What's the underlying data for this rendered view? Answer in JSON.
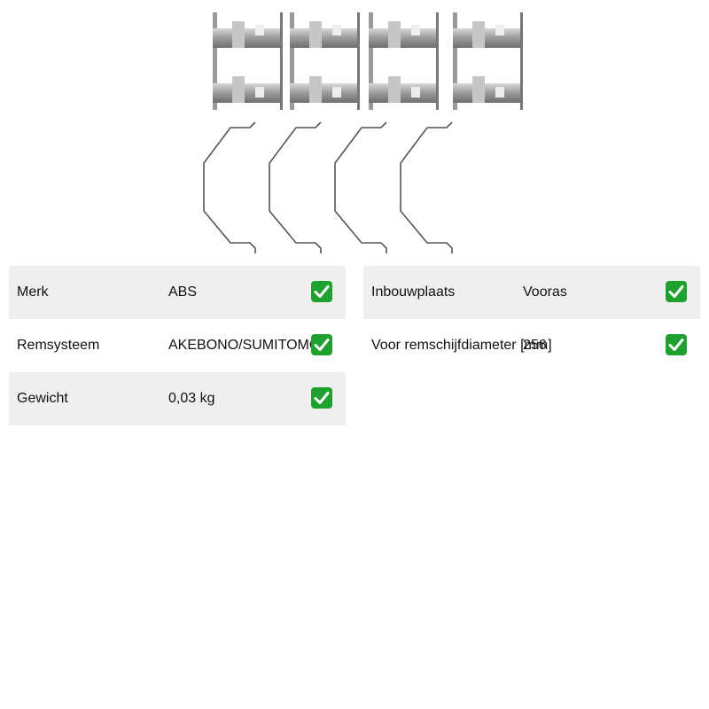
{
  "product": {
    "image_icon": "brake-pad-accessory-kit-icon"
  },
  "specs_left": [
    {
      "label": "Merk",
      "value": "ABS",
      "status_icon": "check-icon"
    },
    {
      "label": "Remsysteem",
      "value": "AKEBONO/SUMITOMO",
      "status_icon": "check-icon"
    },
    {
      "label": "Gewicht",
      "value": "0,03 kg",
      "status_icon": "check-icon"
    }
  ],
  "specs_right": [
    {
      "label": "Inbouwplaats",
      "value": "Vooras",
      "status_icon": "check-icon"
    },
    {
      "label": "Voor remschijfdiameter [mm]",
      "value": "256",
      "status_icon": "check-icon"
    }
  ],
  "colors": {
    "row_shade": "#efefef",
    "check_bg": "#1fa12f",
    "metal": "#8f8f8f"
  }
}
